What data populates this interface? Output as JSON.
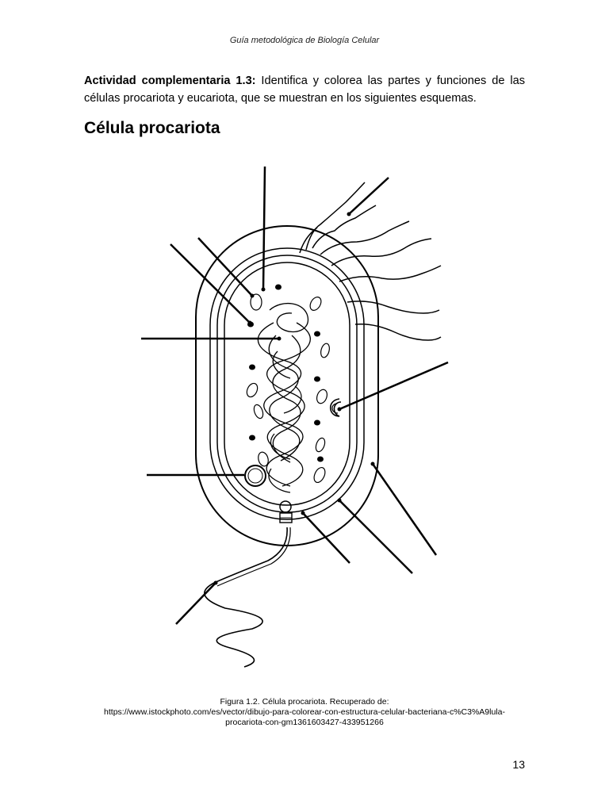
{
  "header": {
    "running_title": "Guía metodológica de Biología Celular"
  },
  "activity": {
    "lead": "Actividad complementaria 1.3:",
    "text": " Identifica y colorea las partes y funciones de las células procariota y eucariota, que se muestran en los siguientes esquemas."
  },
  "section": {
    "title": "Célula procariota"
  },
  "figure": {
    "caption_line1": "Figura 1.2. Célula procariota. Recuperado de:",
    "caption_line2": "https://www.istockphoto.com/es/vector/dibujo-para-colorear-con-estructura-celular-bacteriana-c%C3%A9lula-",
    "caption_line3": "procariota-con-gm1361603427-433951266"
  },
  "footer": {
    "page_number": "13"
  }
}
